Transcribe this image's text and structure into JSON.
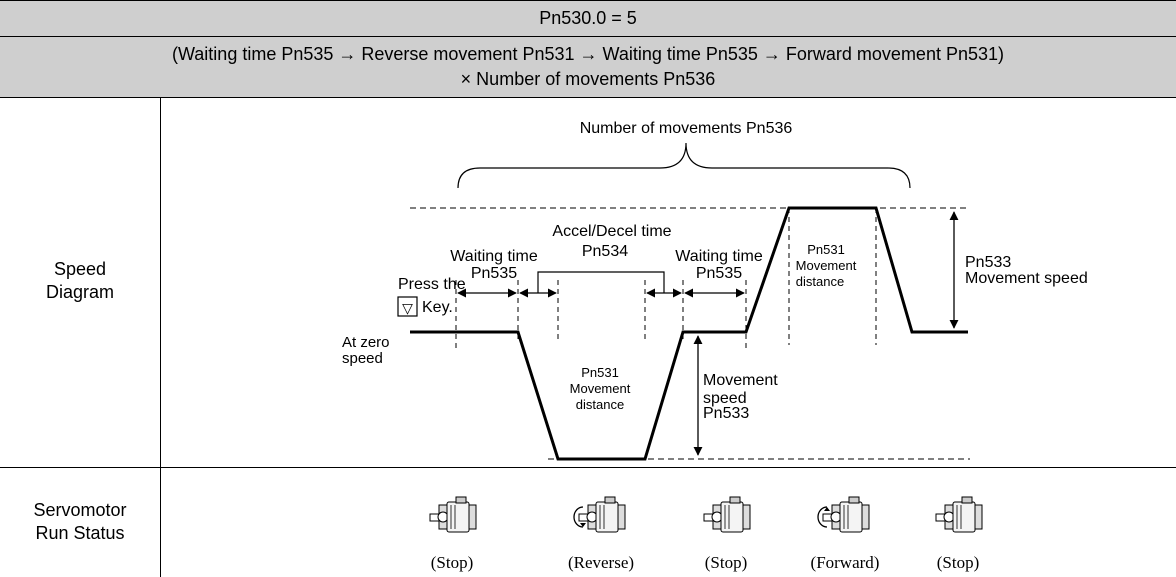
{
  "header": {
    "title": "Pn530.0 = 5",
    "sequence_line1": "(Waiting time Pn535 → Reverse movement Pn531 → Waiting time Pn535 → Forward movement Pn531)",
    "sequence_line2": "× Number of movements Pn536"
  },
  "rows": {
    "speed_diagram_label_line1": "Speed",
    "speed_diagram_label_line2": "Diagram",
    "run_status_label_line1": "Servomotor",
    "run_status_label_line2": "Run Status"
  },
  "diagram": {
    "number_of_movements": "Number of movements Pn536",
    "accel_decel_line1": "Accel/Decel time",
    "accel_decel_line2": "Pn534",
    "waiting_time_a_line1": "Waiting time",
    "waiting_time_a_line2": "Pn535",
    "waiting_time_b_line1": "Waiting time",
    "waiting_time_b_line2": "Pn535",
    "press_the": "Press the",
    "key_symbol": "▽",
    "key_word": "Key.",
    "at_zero_line1": "At zero",
    "at_zero_line2": "speed",
    "fwd_distance_line1": "Pn531",
    "fwd_distance_line2": "Movement",
    "fwd_distance_line3": "distance",
    "rev_distance_line1": "Pn531",
    "rev_distance_line2": "Movement",
    "rev_distance_line3": "distance",
    "fwd_speed_line1": "Pn533",
    "fwd_speed_line2": "Movement speed",
    "rev_speed_line1": "Movement",
    "rev_speed_line2": "speed",
    "rev_speed_line3": "Pn533"
  },
  "status": [
    "(Stop)",
    "(Reverse)",
    "(Stop)",
    "(Forward)",
    "(Stop)"
  ],
  "motor_icons": [
    "servomotor-icon",
    "servomotor-reverse-icon",
    "servomotor-icon",
    "servomotor-forward-icon",
    "servomotor-icon"
  ],
  "colors": {
    "header_bg": "#cfcfcf",
    "line": "#000000"
  }
}
